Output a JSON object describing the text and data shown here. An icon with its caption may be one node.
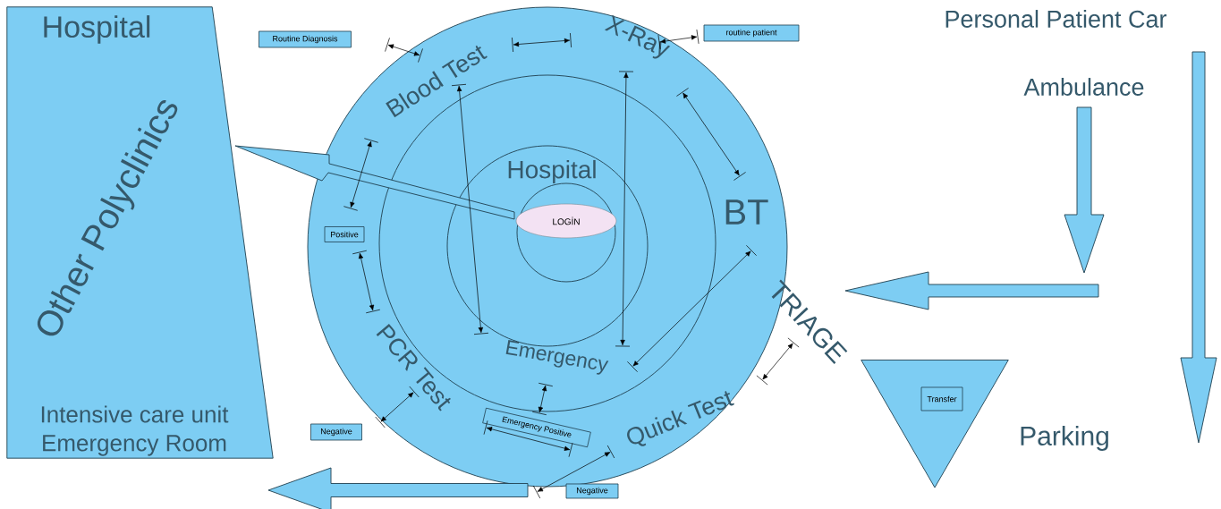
{
  "diagram": {
    "nodes": [
      {
        "text": [
          "Hospital",
          "Other Polyclinics",
          "Intensive care unit",
          "Emergency Room"
        ]
      },
      {
        "text": [
          "Blood Test",
          "X-Ray",
          "BT",
          "PCR Test",
          "Quick Test"
        ]
      },
      {
        "text": [
          "Emergency"
        ],
        "in": 1
      },
      {
        "text": [
          "Hospital"
        ],
        "in": 2
      },
      {
        "text": [],
        "shape": "circle",
        "in": 3
      },
      {
        "text": [
          "LOGİN"
        ],
        "in": 4
      },
      {
        "text": [
          "Routine Diagnosis"
        ]
      },
      {
        "text": [
          "routine patient"
        ]
      },
      {
        "text": [
          "Positive"
        ],
        "in": 1
      },
      {
        "text": [
          "Emergency Positive"
        ],
        "in": 1
      },
      {
        "text": [
          "Negative"
        ]
      },
      {
        "text": [
          "Negative"
        ]
      },
      {
        "text": [
          "TRIAGE"
        ]
      },
      {
        "text": [],
        "shape": "triangle"
      },
      {
        "text": [
          "Transfer"
        ],
        "in": 13
      },
      {
        "text": [
          "Personal Patient Car"
        ]
      },
      {
        "text": [
          "Ambulance"
        ]
      }
    ],
    "edges": [
      {
        "from": 5,
        "to": 0,
        "arrow": "to"
      },
      {
        "from": 16,
        "to": null,
        "arrow": "to"
      },
      {
        "from": null,
        "to": 12,
        "arrow": "to"
      },
      {
        "from": 15,
        "to": null,
        "arrow": "to"
      },
      {
        "from": null,
        "to": 0,
        "arrow": "to"
      }
    ],
    "labels": [
      "Parking"
    ]
  }
}
